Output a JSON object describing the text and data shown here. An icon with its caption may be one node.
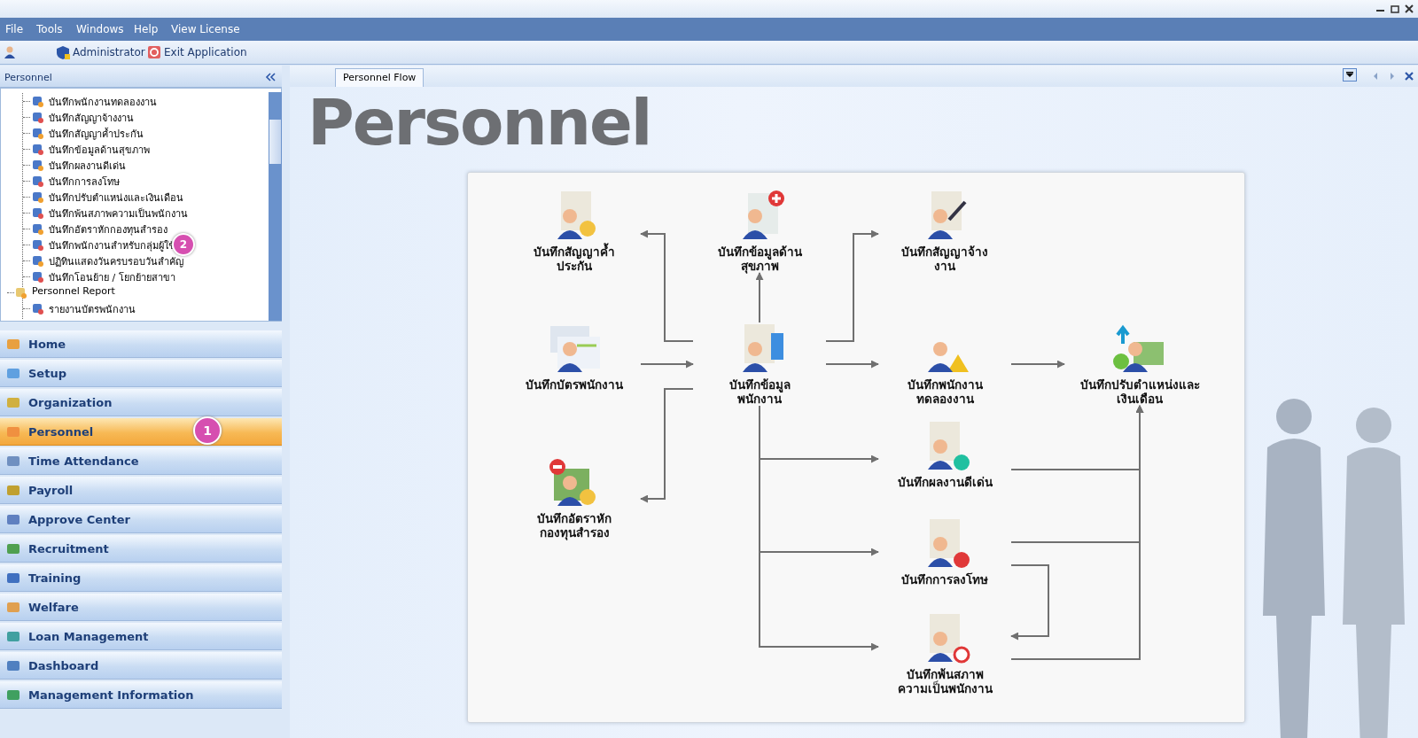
{
  "diagram": {
    "title": "Personnel",
    "nodes": [
      {
        "text": [
          "บันทึกสัญญาค้ำประกัน"
        ]
      },
      {
        "text": [
          "บันทึกข้อมูลด้านสุขภาพ"
        ]
      },
      {
        "text": [
          "บันทึกสัญญาจ้างงาน"
        ]
      },
      {
        "text": [
          "บันทึกบัตรพนักงาน"
        ]
      },
      {
        "text": [
          "บันทึกข้อมูลพนักงาน"
        ]
      },
      {
        "text": [
          "บันทึกพนักงานทดลองงาน"
        ]
      },
      {
        "text": [
          "บันทึกปรับตำแหน่งและเงินเดือน"
        ]
      },
      {
        "text": [
          "บันทึกผลงานดีเด่น"
        ]
      },
      {
        "text": [
          "บันทึกอัตราหักกองทุนสำรอง"
        ]
      },
      {
        "text": [
          "บันทึกการลงโทษ"
        ]
      },
      {
        "text": [
          "บันทึกพ้นสภาพความเป็นพนักงาน"
        ]
      }
    ],
    "edges": [
      {
        "from": 4,
        "to": 0,
        "arrow": "to"
      },
      {
        "from": 4,
        "to": 1,
        "arrow": "to"
      },
      {
        "from": 4,
        "to": 2,
        "arrow": "to"
      },
      {
        "from": 3,
        "to": 4,
        "arrow": "to"
      },
      {
        "from": 4,
        "to": 8,
        "arrow": "to"
      },
      {
        "from": 4,
        "to": 5,
        "arrow": "to"
      },
      {
        "from": 5,
        "to": 6,
        "arrow": "to"
      },
      {
        "from": 4,
        "to": 7,
        "arrow": "to"
      },
      {
        "from": 4,
        "to": 9,
        "arrow": "to"
      },
      {
        "from": 4,
        "to": 10,
        "arrow": "to"
      },
      {
        "from": 7,
        "to": 6,
        "arrow": "to"
      },
      {
        "from": 9,
        "to": 6,
        "arrow": "to"
      },
      {
        "from": 10,
        "to": 6,
        "arrow": "to"
      },
      {
        "from": 9,
        "to": 10,
        "arrow": "to"
      }
    ],
    "labels": [
      "File",
      "Tools",
      "Windows",
      "Help",
      "View License",
      "Administrator",
      "Exit Application",
      "Personnel",
      "Personnel Flow",
      "บันทึกพนักงานทดลองงาน",
      "บันทึกสัญญาจ้างงาน",
      "บันทึกสัญญาค้ำประกัน",
      "บันทึกข้อมูลด้านสุขภาพ",
      "บันทึกผลงานดีเด่น",
      "บันทึกการลงโทษ",
      "บันทึกปรับตำแหน่งและเงินเดือน",
      "บันทึกพ้นสภาพความเป็นพนักงาน",
      "บันทึกอัตราหักกองทุนสำรอง",
      "บันทึกพนักงานสำหรับกลุ่มผู้ใช้",
      "ปฏิทินแสดงวันครบรอบวันสำคัญ",
      "บันทึกโอนย้าย / โยกย้ายสาขา",
      "Personnel Report",
      "รายงานบัตรพนักงาน",
      "2",
      "Home",
      "Setup",
      "Organization",
      "Personnel",
      "Time Attendance",
      "Payroll",
      "Approve Center",
      "Recruitment",
      "Training",
      "Welfare",
      "Loan Management",
      "Dashboard",
      "Management Information",
      "1"
    ]
  }
}
